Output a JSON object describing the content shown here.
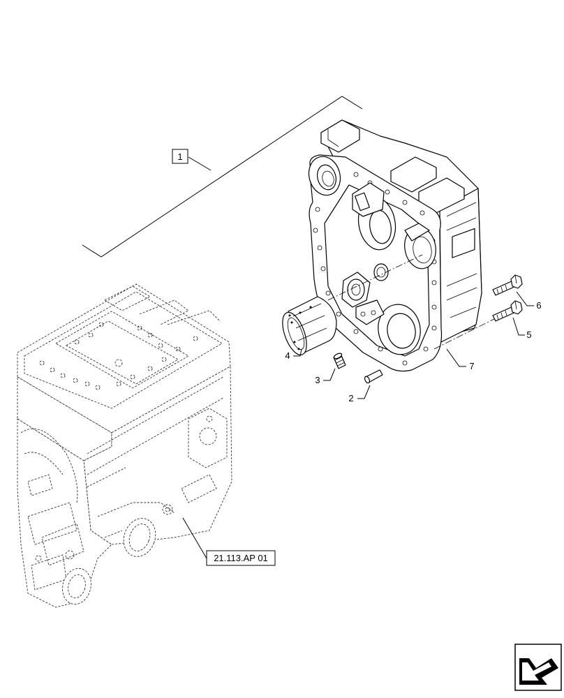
{
  "diagram": {
    "group_callout": "1",
    "reference_callout": "21.113.AP 01",
    "part_callouts": [
      "2",
      "3",
      "4",
      "5",
      "6",
      "7"
    ],
    "nav_icon": "return-arrow-icon"
  }
}
